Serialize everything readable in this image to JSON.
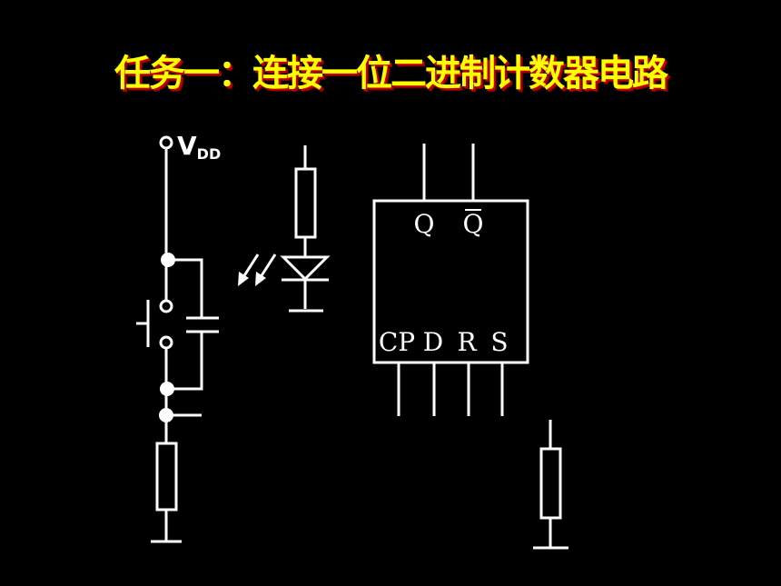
{
  "title": "任务一：连接一位二进制计数器电路",
  "supply": {
    "main": "V",
    "sub": "DD"
  },
  "flipflop": {
    "q": "Q",
    "qbar": "Q",
    "cp": "CP",
    "d": "D",
    "r": "R",
    "s": "S"
  }
}
